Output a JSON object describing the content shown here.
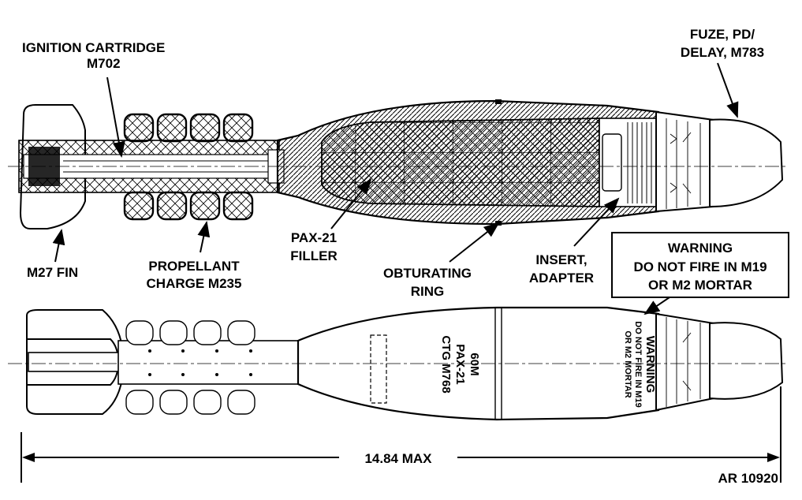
{
  "labels": {
    "ignition_line1": "IGNITION CARTRIDGE",
    "ignition_line2": "M702",
    "fuze_line1": "FUZE, PD/",
    "fuze_line2": "DELAY, M783",
    "fin": "M27 FIN",
    "propellant_line1": "PROPELLANT",
    "propellant_line2": "CHARGE M235",
    "filler_line1": "PAX-21",
    "filler_line2": "FILLER",
    "obturating_line1": "OBTURATING",
    "obturating_line2": "RING",
    "insert_line1": "INSERT,",
    "insert_line2": "ADAPTER"
  },
  "warning_box": {
    "line1": "WARNING",
    "line2": "DO NOT FIRE IN M19",
    "line3": "OR M2 MORTAR"
  },
  "body_marking": {
    "line1": "60M",
    "line2": "PAX-21",
    "line3": "CTG M768"
  },
  "body_warning": {
    "line1": "WARNING",
    "line2": "DO NOT FIRE IN M19",
    "line3": "OR M2 MORTAR"
  },
  "dimension": "14.84 MAX",
  "figure_id": "AR 10920"
}
